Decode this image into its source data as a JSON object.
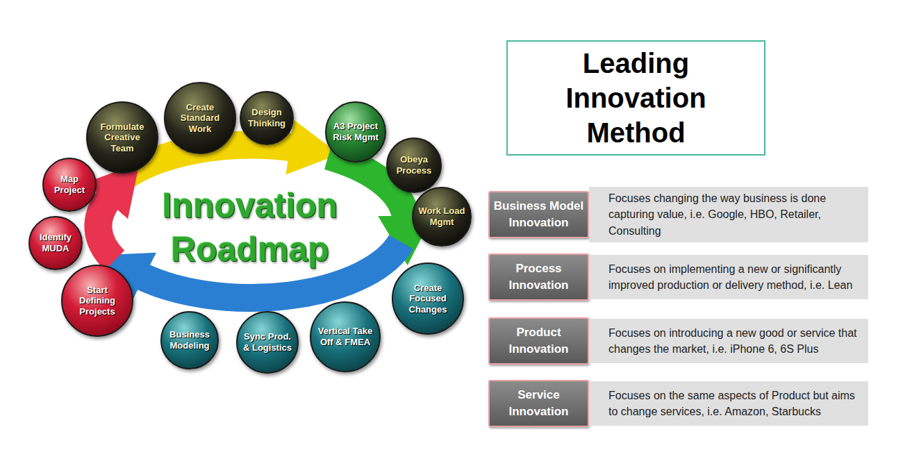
{
  "diagram": {
    "title": "Leading Innovation Method",
    "nodes": [
      {
        "text": [
          "Map Project"
        ]
      },
      {
        "text": [
          "Formulate Creative Team"
        ]
      },
      {
        "text": [
          "Create Standard Work"
        ]
      },
      {
        "text": [
          "Design Thinking"
        ]
      },
      {
        "text": [
          "A3 Project Risk Mgmt"
        ]
      },
      {
        "text": [
          "Obeya Process"
        ]
      },
      {
        "text": [
          "Work Load Mgmt"
        ]
      },
      {
        "text": [
          "Create Focused Changes"
        ]
      },
      {
        "text": [
          "Vertical Take Off & FMEA"
        ]
      },
      {
        "text": [
          "Sync Prod. & Logistics"
        ]
      },
      {
        "text": [
          "Business Modeling"
        ]
      },
      {
        "text": [
          "Start Defining Projects"
        ]
      },
      {
        "text": [
          "Identify MUDA"
        ]
      },
      {
        "text": [
          "Business Model Innovation"
        ]
      },
      {
        "text": [
          "Focuses changing the way business is done capturing value, i.e. Google, HBO, Retailer, Consulting"
        ]
      },
      {
        "text": [
          "Process Innovation"
        ]
      },
      {
        "text": [
          "Focuses on implementing a new or significantly improved production or delivery method, i.e. Lean"
        ]
      },
      {
        "text": [
          "Product Innovation"
        ]
      },
      {
        "text": [
          "Focuses on introducing a new good or service that changes the market, i.e. iPhone 6, 6S Plus"
        ]
      },
      {
        "text": [
          "Service Innovation"
        ]
      },
      {
        "text": [
          "Focuses on the same aspects of Product but aims to change services, i.e. Amazon, Starbucks"
        ]
      }
    ],
    "labels": [
      "Innovation Roadmap"
    ]
  }
}
